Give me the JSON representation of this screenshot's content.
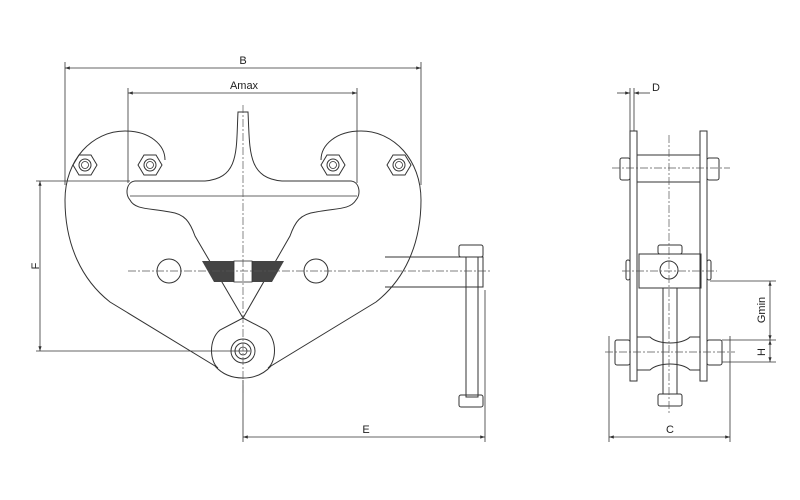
{
  "drawing": {
    "front_view": {
      "dimensions": {
        "b": "B",
        "amax": "Amax",
        "f": "F",
        "e": "E"
      }
    },
    "side_view": {
      "dimensions": {
        "d": "D",
        "gmin": "Gmin",
        "h": "H",
        "c": "C"
      }
    }
  }
}
